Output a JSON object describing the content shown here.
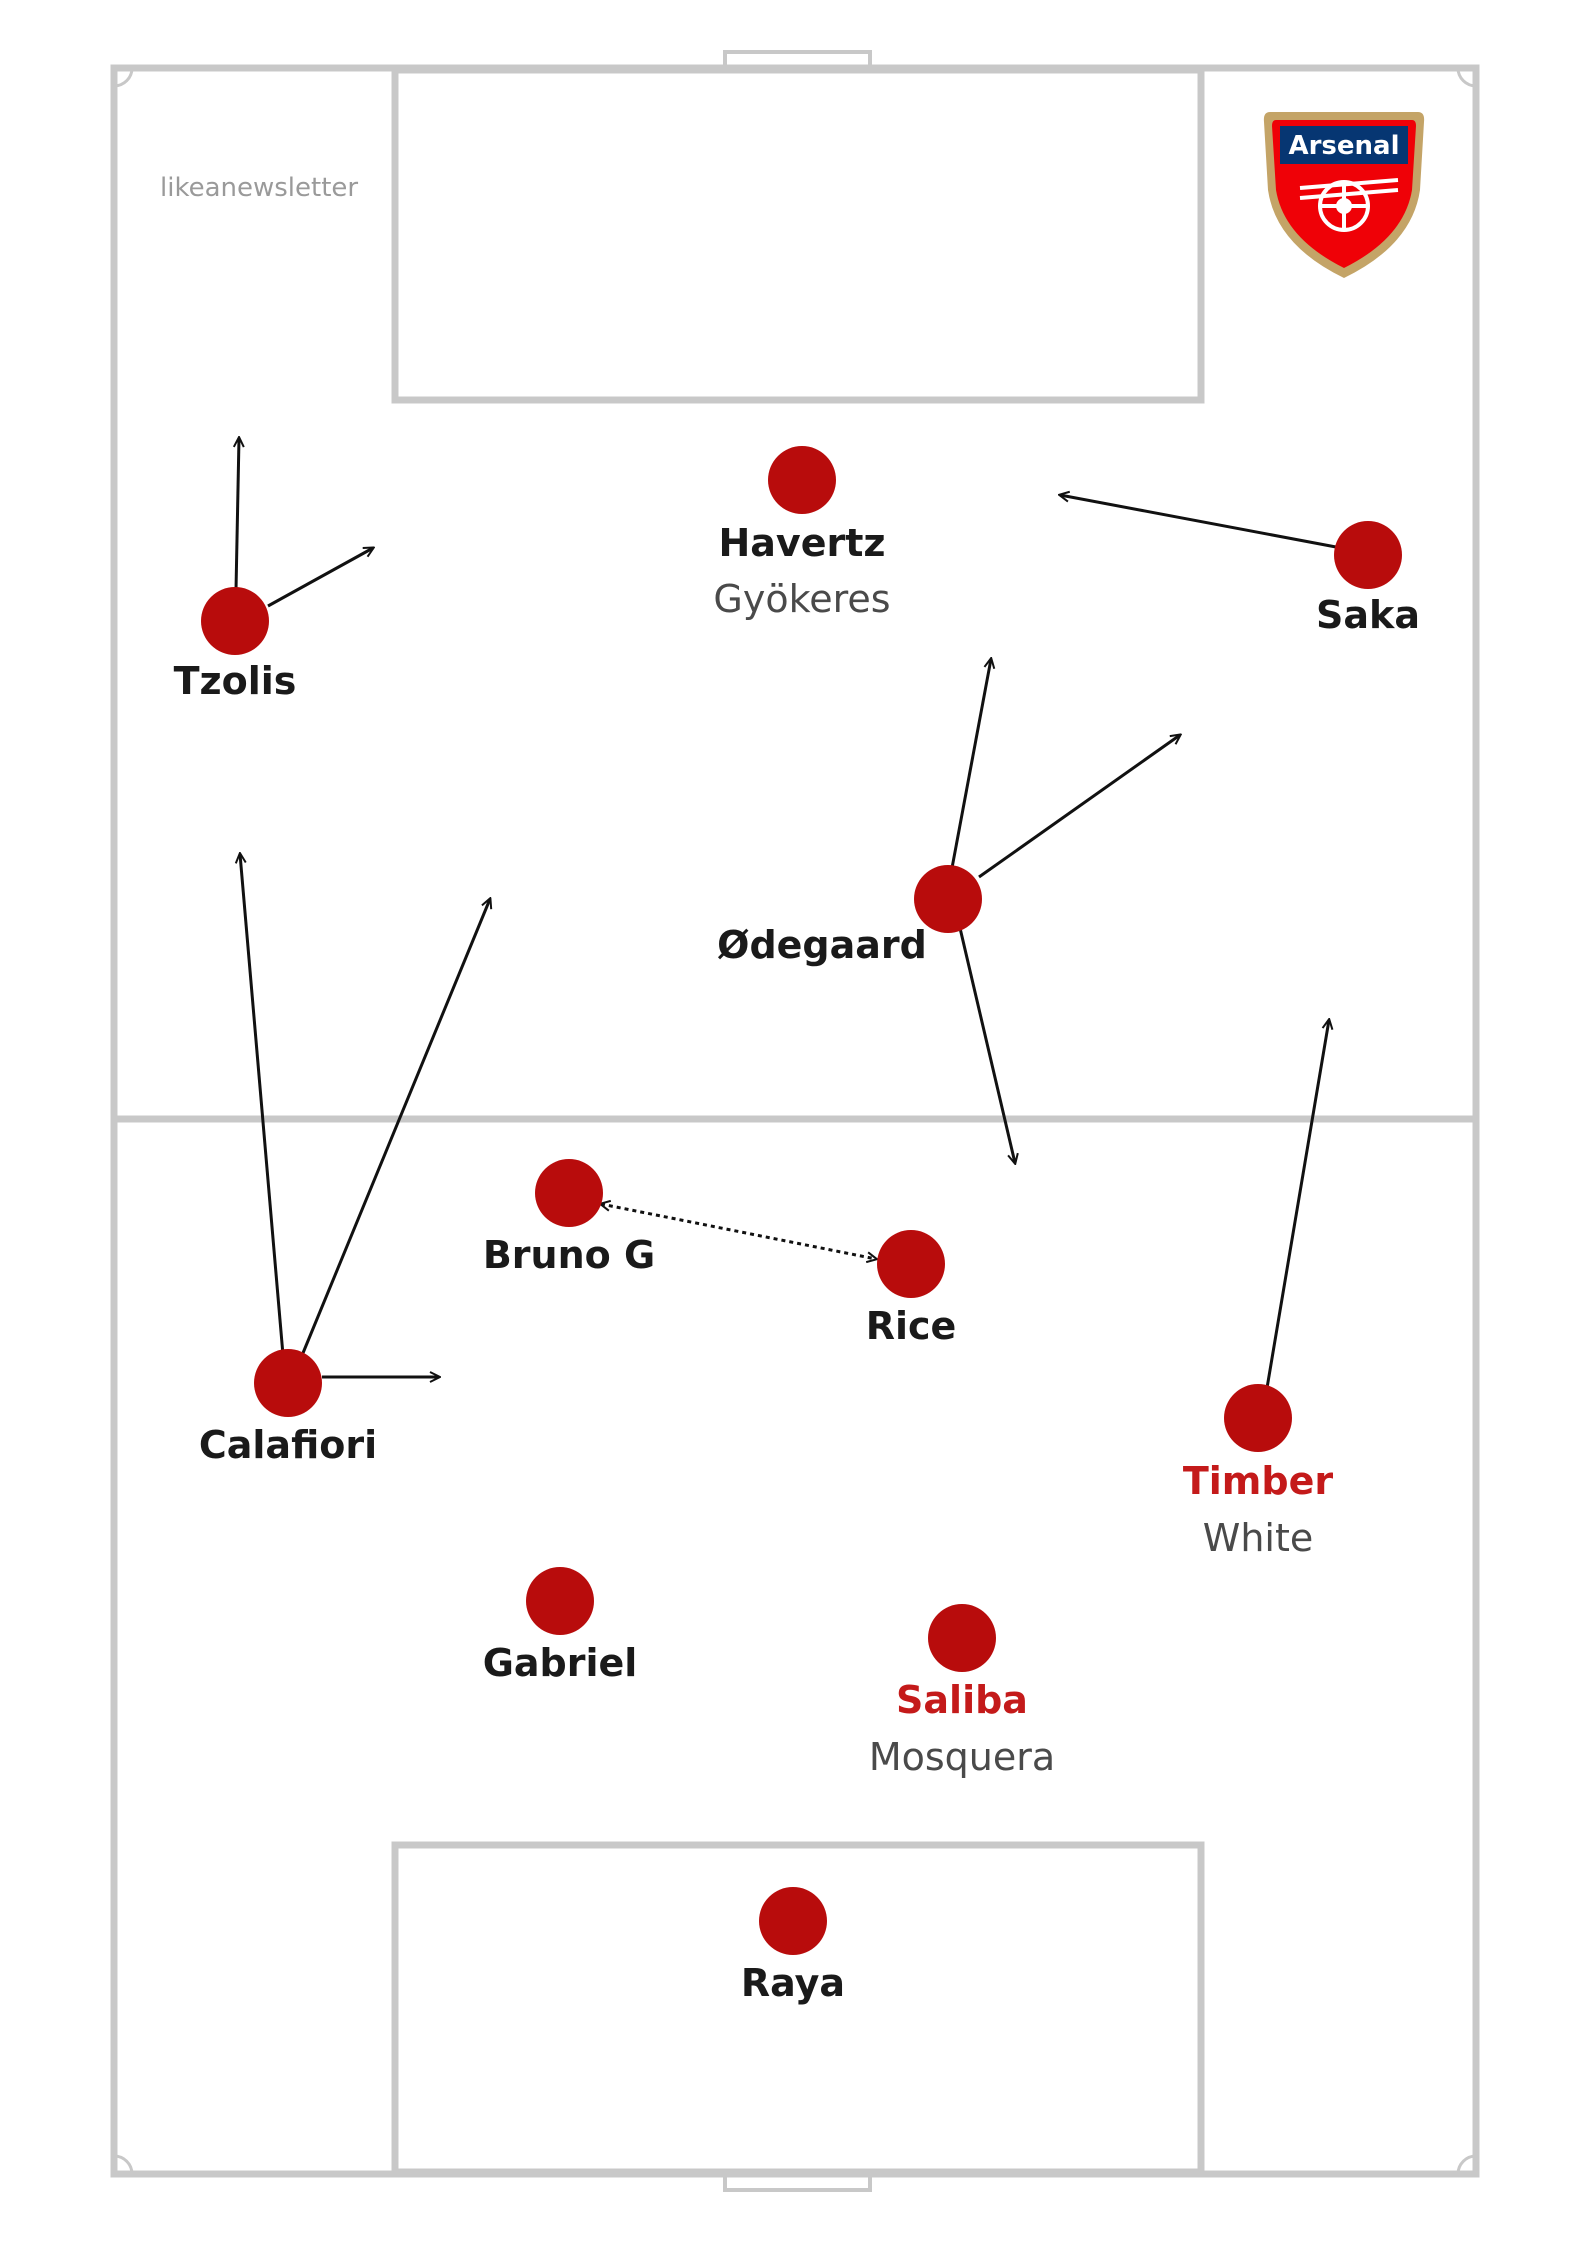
{
  "watermark": "likeanewsletter",
  "crest": {
    "name": "Arsenal",
    "primary": "#ef0107",
    "trim": "#c4a467",
    "navy": "#063672"
  },
  "colors": {
    "line": "#c8c8c8",
    "player_dot": "#b80c0c",
    "highlight_name": "#c41a1a",
    "name": "#1a1a1a",
    "arrow": "#111111"
  },
  "players": [
    {
      "id": "havertz",
      "name": "Havertz",
      "sub": "Gyökeres",
      "highlight": false
    },
    {
      "id": "saka",
      "name": "Saka",
      "sub": "",
      "highlight": false
    },
    {
      "id": "tzolis",
      "name": "Tzolis",
      "sub": "",
      "highlight": false
    },
    {
      "id": "odegaard",
      "name": "Ødegaard",
      "sub": "",
      "highlight": false
    },
    {
      "id": "bruno",
      "name": "Bruno G",
      "sub": "",
      "highlight": false
    },
    {
      "id": "rice",
      "name": "Rice",
      "sub": "",
      "highlight": false
    },
    {
      "id": "calafiori",
      "name": "Calafiori",
      "sub": "",
      "highlight": false
    },
    {
      "id": "timber",
      "name": "Timber",
      "sub": "White",
      "highlight": true
    },
    {
      "id": "gabriel",
      "name": "Gabriel",
      "sub": "",
      "highlight": false
    },
    {
      "id": "saliba",
      "name": "Saliba",
      "sub": "Mosquera",
      "highlight": true
    },
    {
      "id": "raya",
      "name": "Raya",
      "sub": "",
      "highlight": false
    }
  ]
}
